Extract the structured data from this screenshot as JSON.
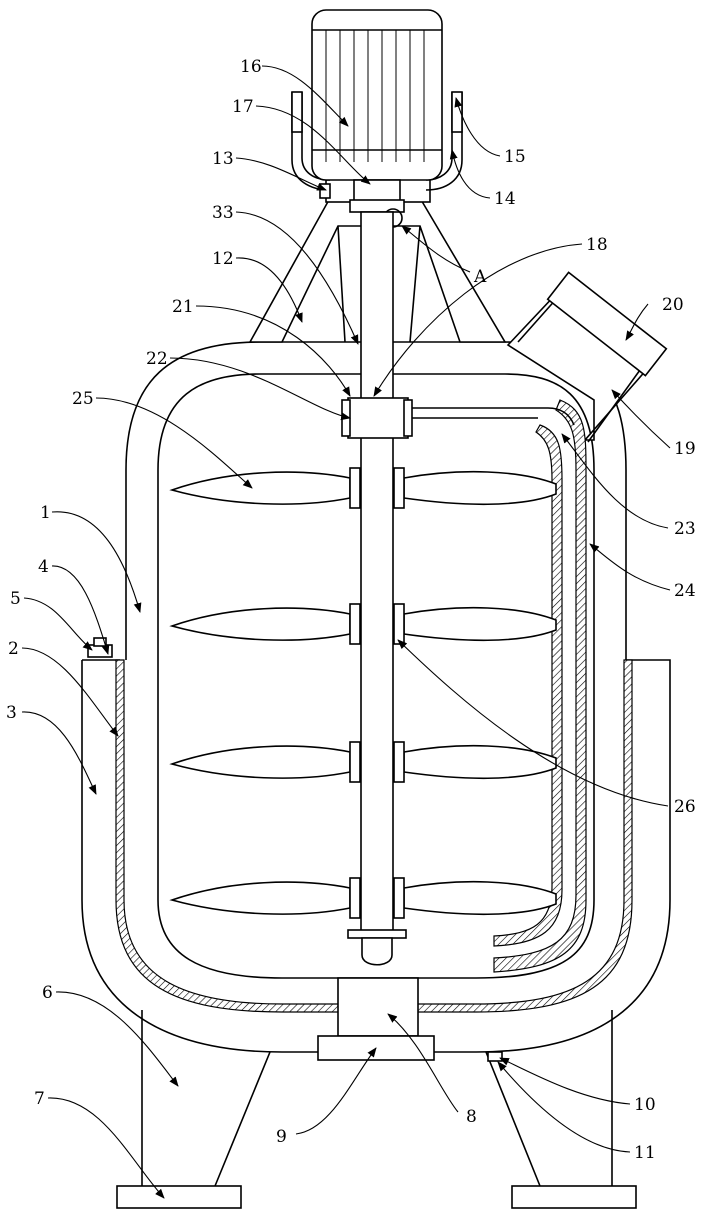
{
  "figure": {
    "labels": [
      {
        "id": "1",
        "text": "1"
      },
      {
        "id": "2",
        "text": "2"
      },
      {
        "id": "3",
        "text": "3"
      },
      {
        "id": "4",
        "text": "4"
      },
      {
        "id": "5",
        "text": "5"
      },
      {
        "id": "6",
        "text": "6"
      },
      {
        "id": "7",
        "text": "7"
      },
      {
        "id": "8",
        "text": "8"
      },
      {
        "id": "9",
        "text": "9"
      },
      {
        "id": "10",
        "text": "10"
      },
      {
        "id": "11",
        "text": "11"
      },
      {
        "id": "12",
        "text": "12"
      },
      {
        "id": "13",
        "text": "13"
      },
      {
        "id": "14",
        "text": "14"
      },
      {
        "id": "15",
        "text": "15"
      },
      {
        "id": "16",
        "text": "16"
      },
      {
        "id": "17",
        "text": "17"
      },
      {
        "id": "18",
        "text": "18"
      },
      {
        "id": "19",
        "text": "19"
      },
      {
        "id": "20",
        "text": "20"
      },
      {
        "id": "21",
        "text": "21"
      },
      {
        "id": "22",
        "text": "22"
      },
      {
        "id": "23",
        "text": "23"
      },
      {
        "id": "24",
        "text": "24"
      },
      {
        "id": "25",
        "text": "25"
      },
      {
        "id": "26",
        "text": "26"
      },
      {
        "id": "33",
        "text": "33"
      },
      {
        "id": "A",
        "text": "A"
      }
    ]
  }
}
